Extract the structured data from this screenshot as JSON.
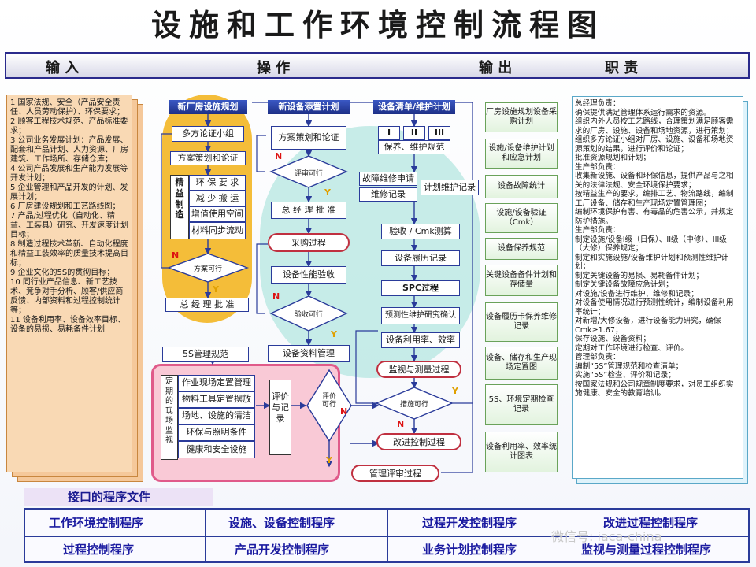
{
  "title": "设施和工作环境控制流程图",
  "header": {
    "input": "输  入",
    "operation": "操        作",
    "output": "输    出",
    "duty": "职    责"
  },
  "inputs_text": "1 国家法规、安全（产品安全责任、人员劳动保护）、环保要求；\n2 顾客工程技术规范、产品标准要求；\n3 公司业务发展计划：产品发展、配套和产品计划、人力资源、厂房建筑、工作场所、存储仓库；\n4 公司产品发展和生产能力发展等开发计划；\n5 企业管理和产品开发的计划、发展计划；\n6 厂房建设规划和工艺路线图；\n7 产品/过程优化（自动化、精益、工装具）研究、开发速度计划目标；\n8 制造过程技术革新、自动化程度和精益工装效率的质量技术提高目标；\n9 企业文化的5S的贯彻目标；\n10 同行业产品信息、新工艺技术、竞争对手分析、顾客/供应商反馈、内部资料和过程控制统计等；\n11 设备利用率、设备效率目标、设备的易损、易耗备件计划",
  "col1": {
    "head": "新厂房设施规划",
    "multi": "多方论证小组",
    "plan": "方案策划和论证",
    "lean_label": "精益制造",
    "lean": [
      "环 保 要 求",
      "减 少 搬 运",
      "增值使用空间",
      "材料同步流动"
    ],
    "decision": "方案可行",
    "approve": "总 经 理 批 准"
  },
  "col2": {
    "head": "新设备添置计划",
    "plan": "方案策划和论证",
    "decision": "评审可行",
    "approve": "总 经 理 批 准",
    "purchase": "采购过程",
    "verify": "设备性能验收",
    "decision2": "验收可行",
    "records": "设备资料管理"
  },
  "col3": {
    "head": "设备清单/维护计划",
    "levels": [
      "I",
      "II",
      "III"
    ],
    "maint": "保养、维护规范",
    "fault": "故障维修申请",
    "faultrec": "维修记录",
    "planned": "计划维护记录",
    "cmk": "验收 / Cmk测算",
    "history": "设备履历记录",
    "spc": "SPC过程",
    "predictive": "预测性维护研究确认",
    "util": "设备利用率、效率",
    "monitor": "监视与测量过程",
    "decision": "措施可行",
    "improve": "改进控制过程",
    "review": "管理评审过程"
  },
  "fives": {
    "head": "5S管理规范",
    "side": "定期的现场监视",
    "items": [
      "作业现场定置管理",
      "物料工具定置摆放",
      "场地、设施的清洁",
      "环保与照明条件",
      "健康和安全设施"
    ],
    "eval": "评价与记录",
    "decision": "评价可行"
  },
  "labels": {
    "n": "N",
    "y": "Y"
  },
  "outputs": [
    "厂房设施规划设备采购计划",
    "设施/设备维护计划和应急计划",
    "设备故障统计",
    "设施/设备验证（Cmk）",
    "设备保养规范",
    "关键设备备件计划和存储量",
    "设备履历卡保养维修记录",
    "设备、储存和生产现场定置图",
    "5S、环境定期检查记录",
    "设备利用率、效率统计图表"
  ],
  "duty_text": "总经理负责：\n确保提供满足管理体系运行需求的资源。\n组织内外人员按工艺路线，合理策划满足顾客需求的厂房、设施、设备和场地资源，进行策划；\n组织多方论证小组对厂房、设施、设备和场地资源策划的结果，进行评价和论证；\n批准资源规划和计划；\n生产部负责：\n收集新设施、设备和环保信息，提供产品与之相关的法律法规、安全环境保护要求；\n按精益生产的要求，编排工艺、物流路线，编制工厂设备、储存和生产现场定置管理图；\n编制环境保护有害、有毒品的危害公示，并规定防护措施。\n生产部负责：\n制定设施/设备I级（日保）、II级（中修）、III级（大修）保养规定；\n制定和实施设施/设备维护计划和预测性维护计划；\n制定关键设备的易损、易耗备件计划；\n制定关键设备故障应急计划；\n对设施/设备进行维护、维修和记录；\n对设备使用情况进行预测性统计，编制设备利用率统计；\n对新增/大修设备，进行设备能力研究，确保Cmk≥1.67；\n保存设施、设备资料；\n定期对工作环境进行检查、评价。\n管理部负责：\n编制“5S”管理规范和检查清单；\n实施“5S”检查、评价和记录；\n按国家法规和公司规章制度要求，对员工组织实施健康、安全的教育培训。",
  "interface": {
    "title": "接口的程序文件",
    "row1": [
      "工作环境控制程序",
      "设施、设备控制程序",
      "过程开发控制程序",
      "改进过程控制程序"
    ],
    "row2": [
      "过程控制程序",
      "产品开发控制程序",
      "业务计划控制程序",
      "监视与测量过程控制程序"
    ],
    "watermark": "微信号: iaca-china"
  },
  "colors": {
    "nav": "#2a3b9a",
    "orange": "#f5c89a",
    "teal": "#a8e6e0",
    "pink": "#f9c9d6",
    "yellow": "#f3b623",
    "green": "#d5eecf"
  }
}
